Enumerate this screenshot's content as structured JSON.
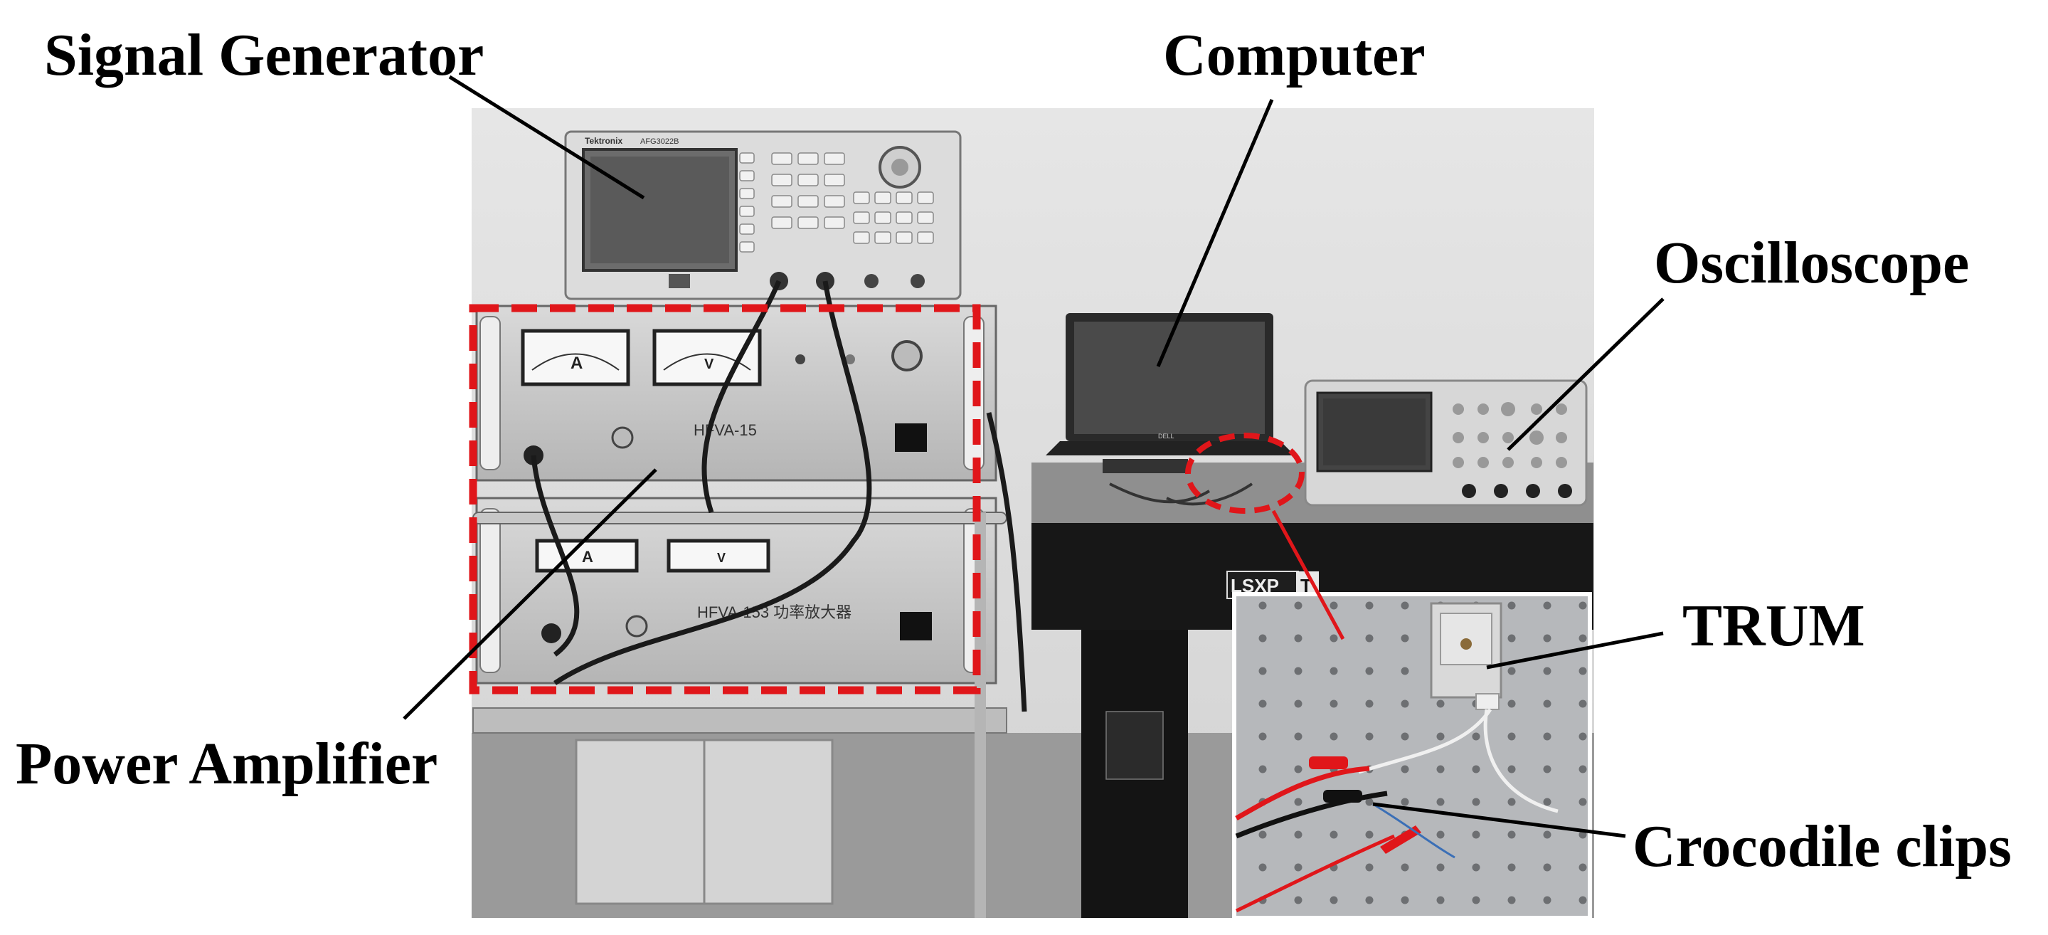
{
  "figure": {
    "labels": {
      "signal_generator": "Signal Generator",
      "computer": "Computer",
      "oscilloscope": "Oscilloscope",
      "power_amplifier": "Power Amplifier",
      "trum": "TRUM",
      "crocodile_clips": "Crocodile clips"
    },
    "device_text": {
      "amplifier_model": "HFVA-153 功率放大器",
      "amplifier_model_top": "HFVA-15",
      "ammeter_unit": "A",
      "voltmeter_unit": "V",
      "laptop_brand": "DELL",
      "table_brand": "LSXP",
      "table_brand_badge": "T",
      "generator_brand": "Tektronix",
      "generator_model": "AFG3022B"
    },
    "highlight_color": "#e0161a"
  }
}
